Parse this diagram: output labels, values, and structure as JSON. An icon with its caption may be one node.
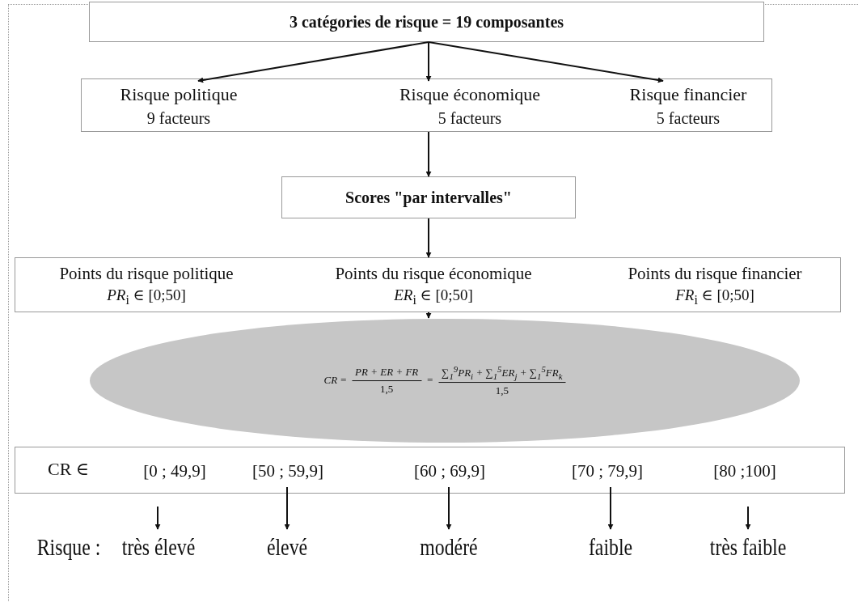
{
  "diagram": {
    "nodes": [
      {
        "text": [
          "3 catégories de risque = 19 composantes"
        ]
      },
      {
        "text": [],
        "shape": "box"
      },
      {
        "text": [
          "Risque politique",
          "9 facteurs"
        ],
        "in": 1
      },
      {
        "text": [
          "Risque économique",
          "5 facteurs"
        ],
        "in": 1
      },
      {
        "text": [
          "Risque financier",
          "5 facteurs"
        ],
        "in": 1
      },
      {
        "text": [
          "Scores \"par intervalles\""
        ]
      },
      {
        "text": [],
        "shape": "box"
      },
      {
        "text": [
          "Points du risque politique",
          "*PR*$_{i}$ ∈ [0;50]"
        ],
        "in": 6
      },
      {
        "text": [
          "Points du risque économique",
          "*ER*$_{i}$ ∈ [0;50]"
        ],
        "in": 6
      },
      {
        "text": [
          "Points du risque financier",
          "*FR*$_{i}$ ∈ [0;50]"
        ],
        "in": 6
      },
      {
        "text": [
          "CR =",
          "PR + ER + FR",
          "1,5",
          "=",
          "∑$_{1}$$^{9}$PR$_{i}$ + ∑$_{1}$$^{5}$ER$_{j}$ + ∑$_{1}$$^{5}$FR$_{k}$",
          "1,5"
        ]
      },
      {
        "text": [
          "CR ∈"
        ]
      },
      {
        "text": [
          "[0 ; 49,9]"
        ],
        "in": 11
      },
      {
        "text": [
          "[50 ; 59,9]"
        ],
        "in": 11
      },
      {
        "text": [
          "[60 ; 69,9]"
        ],
        "in": 11
      },
      {
        "text": [
          "[70 ; 79,9]"
        ],
        "in": 11
      },
      {
        "text": [
          "[80 ;100]"
        ],
        "in": 11
      },
      {
        "text": [
          "très élevé"
        ]
      },
      {
        "text": [
          "élevé"
        ]
      },
      {
        "text": [
          "modéré"
        ]
      },
      {
        "text": [
          "faible"
        ]
      },
      {
        "text": [
          "très faible"
        ]
      }
    ],
    "edges": [
      {
        "from": 0,
        "to": 2,
        "arrow": "to"
      },
      {
        "from": 0,
        "to": 3,
        "arrow": "to"
      },
      {
        "from": 0,
        "to": 4,
        "arrow": "to"
      },
      {
        "from": 1,
        "to": 5,
        "arrow": "to"
      },
      {
        "from": 5,
        "to": 6,
        "arrow": "to"
      },
      {
        "from": 6,
        "to": 10,
        "arrow": "to"
      },
      {
        "from": 12,
        "to": 17,
        "arrow": "to"
      },
      {
        "from": 13,
        "to": 18,
        "arrow": "to"
      },
      {
        "from": 14,
        "to": 19,
        "arrow": "to"
      },
      {
        "from": 15,
        "to": 20,
        "arrow": "to"
      },
      {
        "from": 16,
        "to": 21,
        "arrow": "to"
      }
    ],
    "labels": [
      "Risque :"
    ]
  }
}
